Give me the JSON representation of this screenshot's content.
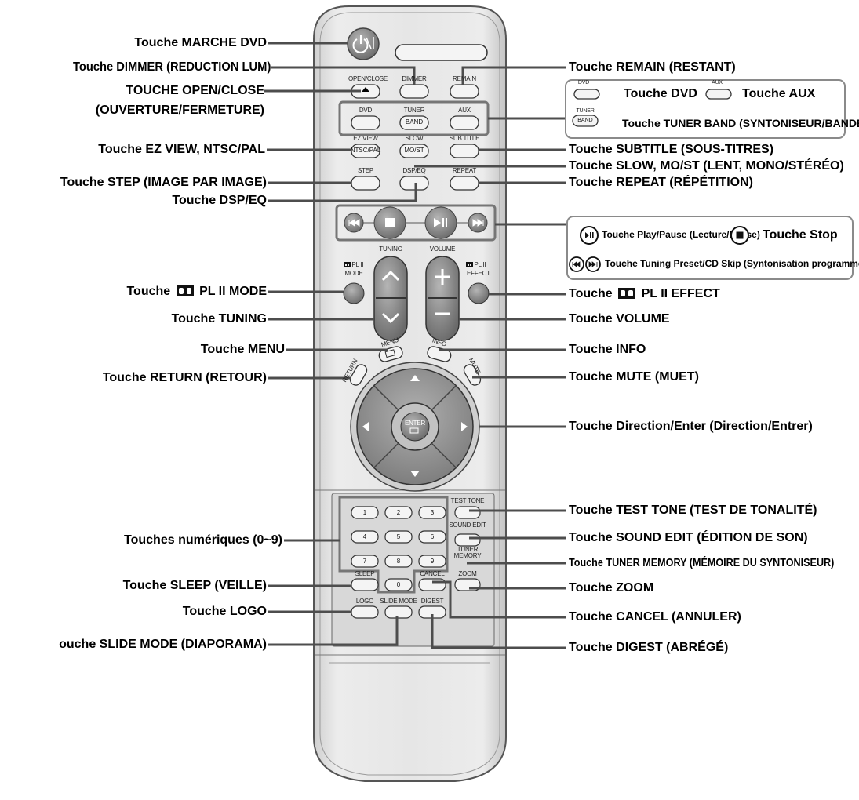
{
  "left_labels": {
    "power": "Touche MARCHE DVD",
    "dimmer": "Touche DIMMER (REDUCTION LUM)",
    "open_close_1": "TOUCHE OPEN/CLOSE",
    "open_close_2": "(OUVERTURE/FERMETURE)",
    "ez_view": "Touche EZ VIEW, NTSC/PAL",
    "step": "Touche STEP (IMAGE PAR IMAGE)",
    "dsp_eq": "Touche DSP/EQ",
    "pl2_mode_prefix": "Touche",
    "pl2_mode_suffix": "PL II MODE",
    "tuning": "Touche TUNING",
    "menu": "Touche MENU",
    "return": "Touche RETURN (RETOUR)",
    "numeric": "Touches numériques (0~9)",
    "sleep": "Touche SLEEP (VEILLE)",
    "logo": "Touche LOGO",
    "slide_mode": "ouche SLIDE MODE (DIAPORAMA)"
  },
  "right_labels": {
    "remain": "Touche REMAIN (RESTANT)",
    "dvd": "Touche DVD",
    "aux": "Touche AUX",
    "tuner_band": "Touche TUNER BAND (SYNTONISEUR/BANDE)",
    "subtitle": "Touche SUBTITLE (SOUS-TITRES)",
    "slow": "Touche SLOW, MO/ST (LENT, MONO/STÉRÉO)",
    "repeat": "Touche REPEAT (RÉPÉTITION)",
    "play_pause": "Touche Play/Pause (Lecture/Pause)",
    "stop": "Touche Stop",
    "tuning_preset": "Touche Tuning Preset/CD Skip (Syntonisation programmée/Saut CD)",
    "pl2_effect_prefix": "Touche",
    "pl2_effect_suffix": "PL II EFFECT",
    "volume": "Touche VOLUME",
    "info": "Touche INFO",
    "mute": "Touche MUTE (MUET)",
    "direction": "Touche Direction/Enter (Direction/Entrer)",
    "test_tone": "Touche TEST TONE (TEST DE TONALITÉ)",
    "sound_edit": "Touche SOUND EDIT (ÉDITION DE SON)",
    "tuner_memory": "Touche TUNER MEMORY (MÉMOIRE DU SYNTONISEUR)",
    "zoom": "Touche ZOOM",
    "cancel": "Touche CANCEL (ANNULER)",
    "digest": "Touche DIGEST (ABRÉGÉ)"
  },
  "remote_labels": {
    "open_close": "OPEN/CLOSE",
    "dimmer": "DIMMER",
    "remain": "REMAIN",
    "dvd": "DVD",
    "tuner": "TUNER",
    "band": "BAND",
    "aux": "AUX",
    "ez_view": "EZ VIEW",
    "ntsc_pal": "NTSC/PAL",
    "slow": "SLOW",
    "mo_st": "MO/ST",
    "sub_title": "SUB TITLE",
    "step": "STEP",
    "dsp_eq": "DSP/EQ",
    "repeat": "REPEAT",
    "tuning": "TUNING",
    "volume": "VOLUME",
    "pl2": "PL II",
    "mode": "MODE",
    "effect": "EFFECT",
    "menu": "MENU",
    "info": "INFO",
    "return": "RETURN",
    "mute": "MUTE",
    "enter": "ENTER",
    "test_tone": "TEST TONE",
    "sound_edit": "SOUND EDIT",
    "tuner_memory_1": "TUNER",
    "tuner_memory_2": "MEMORY",
    "sleep": "SLEEP",
    "cancel": "CANCEL",
    "zoom": "ZOOM",
    "logo": "LOGO",
    "slide_mode": "SLIDE MODE",
    "digest": "DIGEST",
    "digits": [
      "1",
      "2",
      "3",
      "4",
      "5",
      "6",
      "7",
      "8",
      "9",
      "0"
    ],
    "box_dvd": "DVD",
    "box_aux": "AUX",
    "box_tuner": "TUNER",
    "box_band": "BAND"
  },
  "colors": {
    "body": "#e2e2e2",
    "body_edge": "#555555",
    "leader": "#4d4d4d",
    "button_dark": "#7d7d7d",
    "frame": "#767676"
  },
  "icons": [
    "power-icon",
    "eject-icon",
    "stop-icon",
    "play-pause-icon",
    "skip-back-icon",
    "skip-forward-icon",
    "arrow-up-icon",
    "arrow-down-icon",
    "plus-icon",
    "minus-icon",
    "dolby-icon",
    "enter-icon",
    "menu-icon"
  ]
}
